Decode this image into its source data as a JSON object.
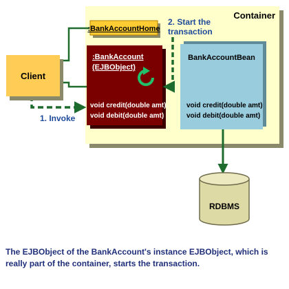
{
  "diagram": {
    "container_label": "Container",
    "client_label": "Client",
    "home_label": ":BankAccountHome",
    "ejb_object_label_1": ":BankAccount",
    "ejb_object_label_2": "(EJBObject)",
    "ejb_method_1": "void credit(double amt)",
    "ejb_method_2": "void debit(double amt)",
    "bean_label": "BankAccountBean",
    "bean_method_1": "void credit(double amt)",
    "bean_method_2": "void debit(double amt)",
    "step2_line1": "2. Start the",
    "step2_line2": "transaction",
    "step1_label": "1. Invoke",
    "db_label": "RDBMS",
    "colors": {
      "container_fill": "#ffffcc",
      "client_fill": "#ffcc55",
      "home_fill": "#ffcc33",
      "ejb_object_fill": "#7a0000",
      "bean_fill": "#99ccdd",
      "db_fill": "#dedaa6",
      "connector_green": "#1e6b2e",
      "step_text": "#1e4a9a"
    }
  },
  "caption": "The EJBObject of the BankAccount's instance EJBObject, which is really part of the container, starts the transaction."
}
